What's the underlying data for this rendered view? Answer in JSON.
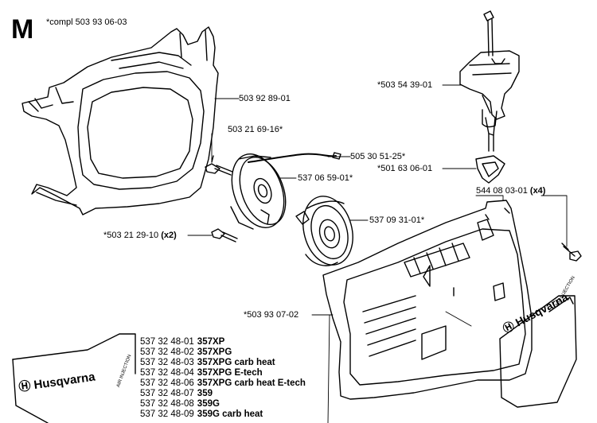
{
  "section_letter": "M",
  "compl_label": "*compl 503 93 06-03",
  "callouts": {
    "guard": "503 92 89-01",
    "screw_top": "503 21 69-16*",
    "rope": "505 30 51-25*",
    "pulley": "537 06 59-01*",
    "spring": "537 09 31-01*",
    "screw_left": "*503 21 29-10",
    "screw_left_qty": "(x2)",
    "handle": "*503 54 39-01",
    "grommet": "*501 63 06-01",
    "screw_right": "544 08 03-01",
    "screw_right_qty": "(x4)",
    "cover": "*503 93 07-02"
  },
  "models": [
    {
      "part": "537 32 48-01",
      "model": "357XP"
    },
    {
      "part": "537 32 48-02",
      "model": "357XPG"
    },
    {
      "part": "537 32 48-03",
      "model": "357XPG carb heat"
    },
    {
      "part": "537 32 48-04",
      "model": "357XPG E-tech"
    },
    {
      "part": "537 32 48-06",
      "model": "357XPG carb heat E-tech"
    },
    {
      "part": "537 32 48-07",
      "model": "359"
    },
    {
      "part": "537 32 48-08",
      "model": "359G"
    },
    {
      "part": "537 32 48-09",
      "model": "359G carb heat"
    }
  ],
  "decal": {
    "brand": "Husqvarna",
    "sub": "AIR INJECTION"
  }
}
